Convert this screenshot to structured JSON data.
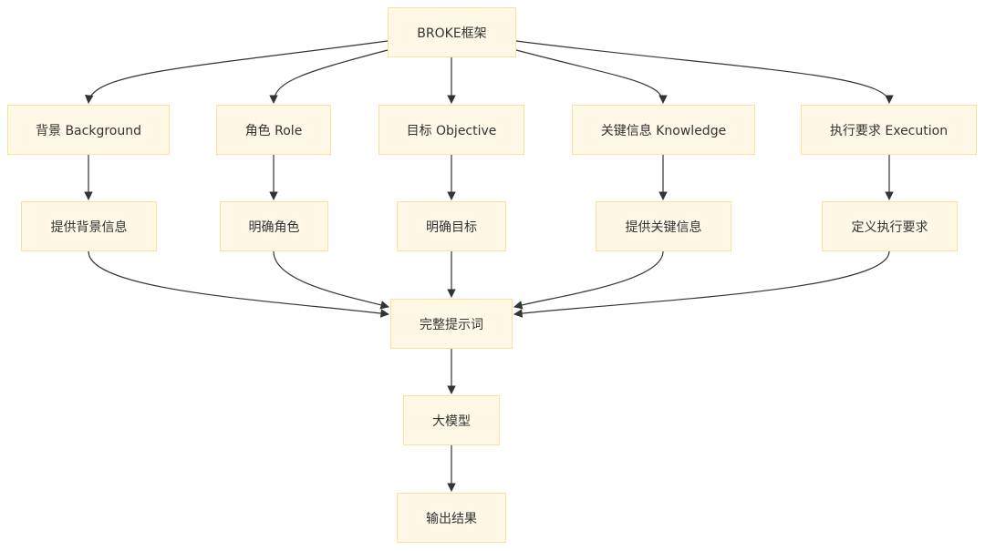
{
  "nodes": {
    "root": "BROKE框架",
    "background": "背景 Background",
    "role": "角色 Role",
    "objective": "目标 Objective",
    "knowledge": "关键信息 Knowledge",
    "execution": "执行要求 Execution",
    "provide_background": "提供背景信息",
    "clarify_role": "明确角色",
    "clarify_objective": "明确目标",
    "provide_knowledge": "提供关键信息",
    "define_execution": "定义执行要求",
    "full_prompt": "完整提示词",
    "llm": "大模型",
    "output": "输出结果"
  },
  "colors": {
    "node_fill": "#fff8e6",
    "node_border": "#fbe29a",
    "edge": "#333333"
  }
}
